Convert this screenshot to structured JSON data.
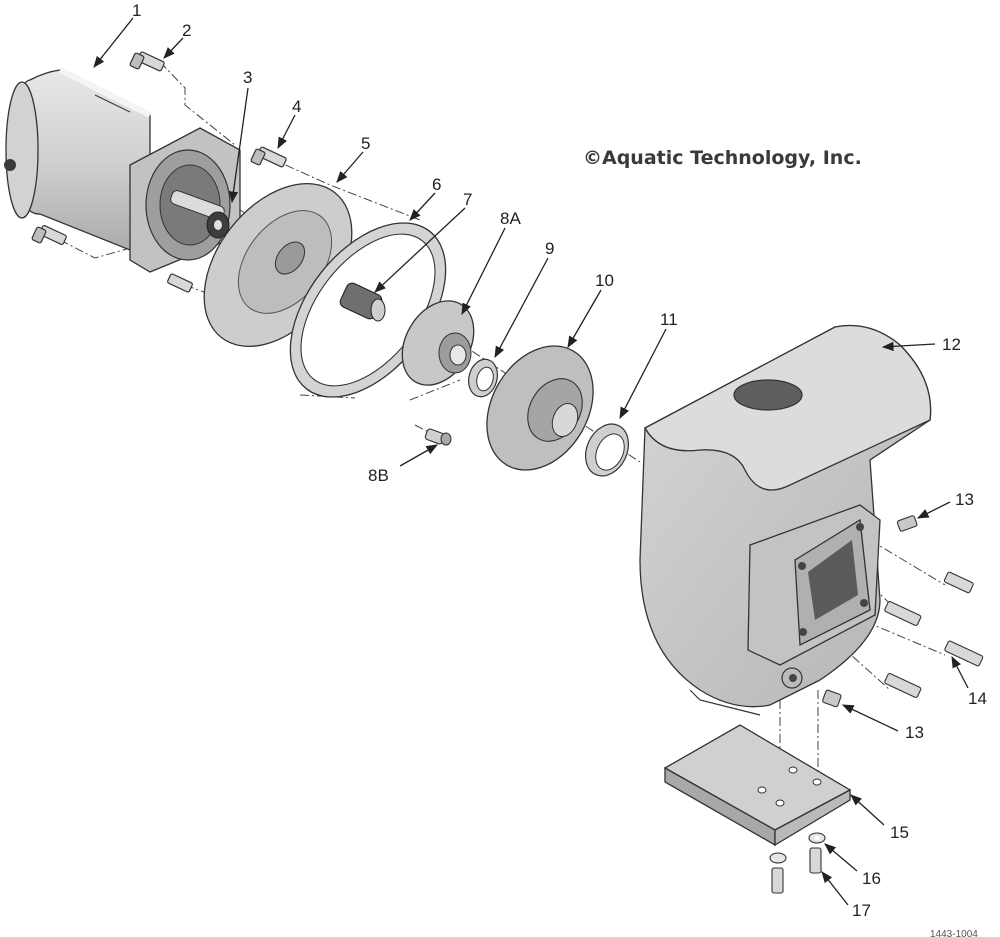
{
  "copyright": "©Aquatic Technology, Inc.",
  "figure_number": "1443-1004",
  "callouts": {
    "c1": "1",
    "c2": "2",
    "c3": "3",
    "c4": "4",
    "c5": "5",
    "c6": "6",
    "c7": "7",
    "c8a": "8A",
    "c8b": "8B",
    "c9": "9",
    "c10": "10",
    "c11": "11",
    "c12": "12",
    "c13a": "13",
    "c13b": "13",
    "c14": "14",
    "c15": "15",
    "c16": "16",
    "c17": "17"
  },
  "colors": {
    "part_fill": "#c9c9c9",
    "part_light": "#e2e2e2",
    "part_dark": "#8f8f8f",
    "outline": "#333333"
  }
}
